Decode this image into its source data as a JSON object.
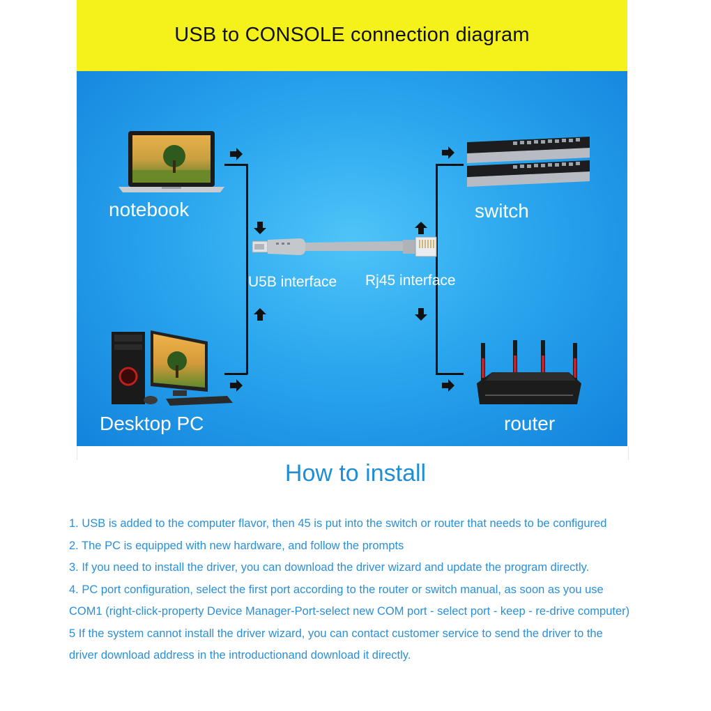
{
  "banner": {
    "title": "USB to CONSOLE connection diagram"
  },
  "diagram": {
    "devices": {
      "notebook": "notebook",
      "desktop": "Desktop PC",
      "switch": "switch",
      "router": "router"
    },
    "interfaces": {
      "usb": "U5B interface",
      "rj45": "Rj45 interface"
    },
    "colors": {
      "banner": "#f4f21a",
      "background": "#2aa6ee",
      "lines": "#111111",
      "label": "#ffffff"
    }
  },
  "install": {
    "heading": "How to install",
    "steps": [
      "1. USB is added to the computer flavor, then 45 is put into the switch or router that needs to be configured",
      "2. The PC is equipped with new hardware, and follow the prompts",
      "3. If you need to install the driver, you can download the driver wizard and update the program directly.",
      "4. PC port configuration, select the first port according to the router or switch manual, as soon as you use",
      "COM1 (right-click-property Device Manager-Port-select new COM port - select port - keep - re-drive computer)",
      "5 If the system cannot install the driver wizard, you can contact customer service to send the driver to the",
      "driver download address in the introductionand download it directly."
    ],
    "color": "#2a8fd9"
  }
}
